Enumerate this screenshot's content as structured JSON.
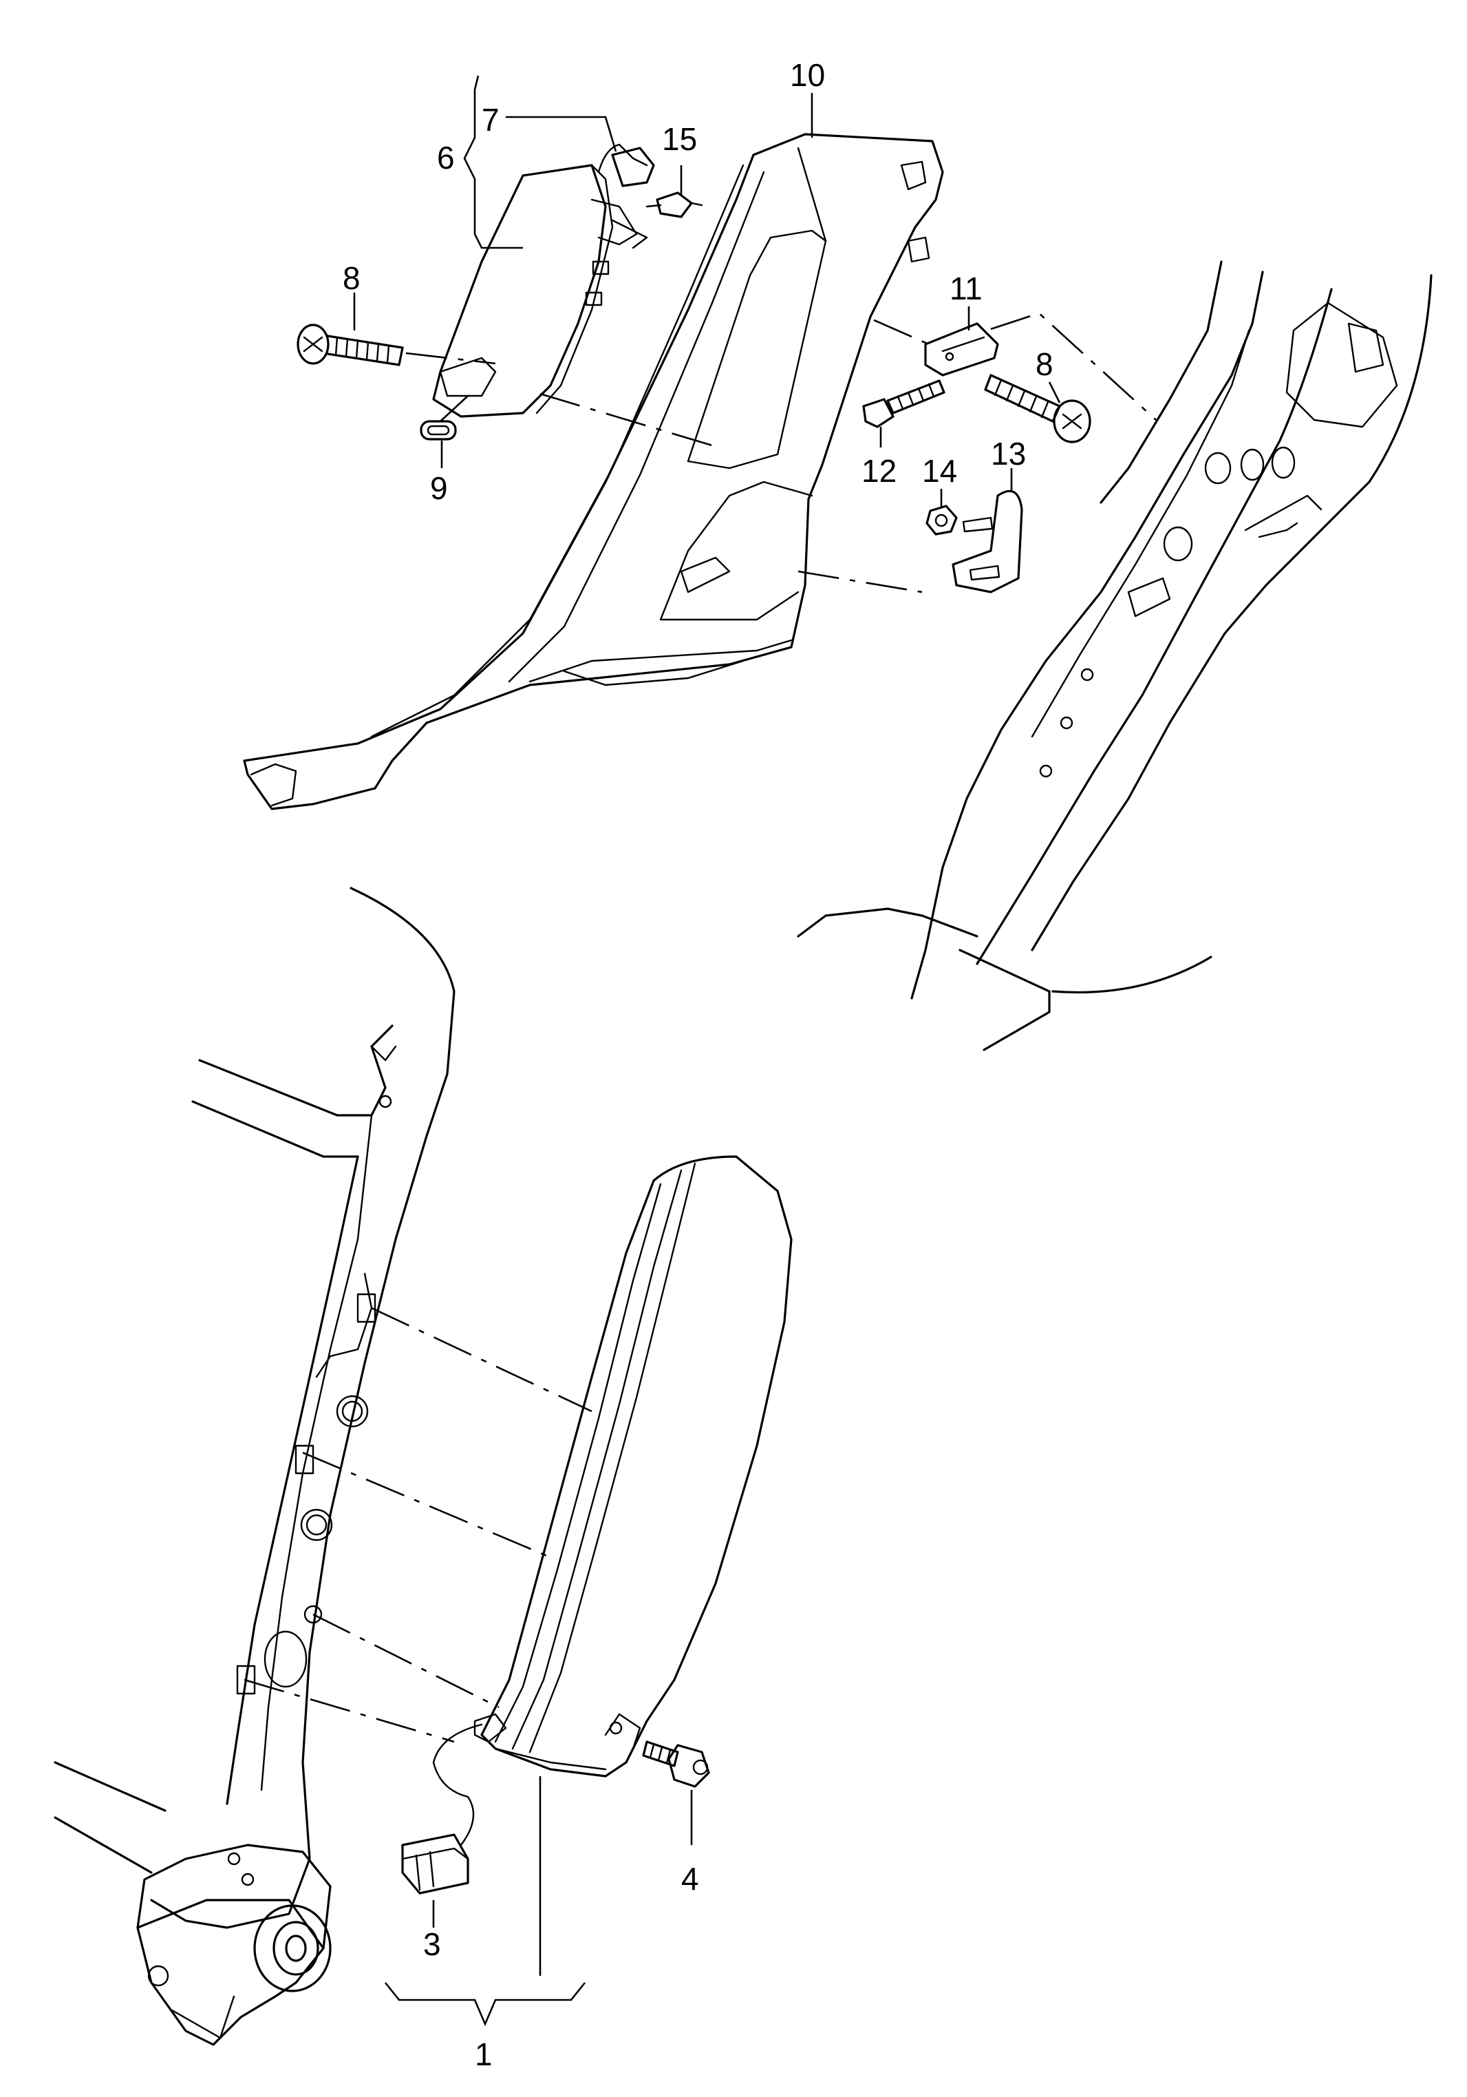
{
  "callouts": {
    "c1": "1",
    "c3": "3",
    "c4": "4",
    "c6": "6",
    "c7": "7",
    "c8a": "8",
    "c8b": "8",
    "c9": "9",
    "c10": "10",
    "c11": "11",
    "c12": "12",
    "c13": "13",
    "c14": "14",
    "c15": "15"
  }
}
